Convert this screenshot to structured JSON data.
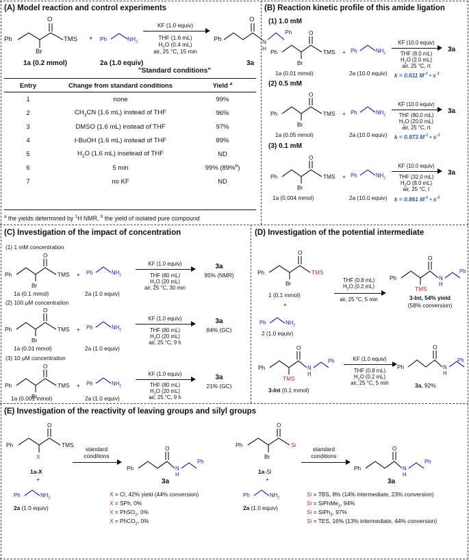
{
  "panelA": {
    "title": "(A) Model reaction and control experiments",
    "sub1": "1a (0.2 mmol)",
    "sub2": "2a (1.0 equiv)",
    "product": "3a",
    "cond1": "KF (1.0 equiv)",
    "cond2": "THF (1.6 mL)",
    "cond3": "H2O (0.4 mL)",
    "cond4": "air, 25 °C, 15 min",
    "standard": "\"Standard conditions\"",
    "headers": [
      "Entry",
      "Change from standard conditions",
      "Yield a"
    ],
    "rows": [
      [
        "1",
        "none",
        "99%"
      ],
      [
        "2",
        "CH3CN (1.6 mL) instead of THF",
        "96%"
      ],
      [
        "3",
        "DMSO (1.6 mL) instead of THF",
        "97%"
      ],
      [
        "4",
        "t-BuOH (1.6 mL) instead of THF",
        "89%"
      ],
      [
        "5",
        "H2O (1.6 mL) insetead of THF",
        "ND"
      ],
      [
        "6",
        "5 min",
        "99% (89%b)"
      ],
      [
        "7",
        "no KF",
        "ND"
      ]
    ],
    "footnote": "a the yields determined by 1H NMR, b the yield of isolated pure compound"
  },
  "panelB": {
    "title": "(B) Reaction kinetic profile of this amide ligation",
    "runs": [
      {
        "label": "(1) 1.0 mM",
        "sub1": "1a (0.01 mmol)",
        "sub2": "2a (10.0 equiv)",
        "c1": "KF (10.0 equiv)",
        "c2": "THF (8.0 mL)",
        "c3": "H2O (2.0 mL)",
        "c4": "air, 25 °C, rt",
        "k": "k = 0.611 M-1 • s-1",
        "product": "3a"
      },
      {
        "label": "(2) 0.5 mM",
        "sub1": "1a (0.05 mmol)",
        "sub2": "2a (10.0 equiv)",
        "c1": "KF (10.0 equiv)",
        "c2": "THF (80.0 mL)",
        "c3": "H2O (20.0 mL)",
        "c4": "air, 25 °C, rt",
        "k": "k = 0.973 M-1 • s-1",
        "product": "3a"
      },
      {
        "label": "(3) 0.1 mM",
        "sub1": "1a (0.004 mmol)",
        "sub2": "2a (10.0 equiv)",
        "c1": "KF (10.0 equiv)",
        "c2": "THF (32.0 mL)",
        "c3": "H2O (8.0 mL)",
        "c4": "air, 25 °C, t",
        "k": "k = 0.861 M-1 • s-1",
        "product": "3a"
      }
    ]
  },
  "panelC": {
    "title": "(C) Investigation of the impact of concentration",
    "runs": [
      {
        "label": "(1) 1 mM concentration",
        "sub1": "1a (0.1 mmol)",
        "sub2": "2a (1.0 equiv)",
        "c1": "KF (1.0 equiv)",
        "c2": "THF (80 mL)",
        "c3": "H2O (20 mL)",
        "c4": "air, 25 °C, 30 min",
        "product": "3a",
        "yield": "95% (NMR)"
      },
      {
        "label": "(2) 100 μM concentration",
        "sub1": "1a (0.01 mmol)",
        "sub2": "2a (1.0 equiv)",
        "c1": "KF (1.0 equiv)",
        "c2": "THF (80 mL)",
        "c3": "H2O (20 mL)",
        "c4": "air, 25 °C, 9 h",
        "product": "3a",
        "yield": "84% (GC)"
      },
      {
        "label": "(3) 10 μM concentration",
        "sub1": "1a (0.001 mmol)",
        "sub2": "2a (1.0 equiv)",
        "c1": "KF (1.0 equiv)",
        "c2": "THF (80 mL)",
        "c3": "H2O (20 mL)",
        "c4": "air, 25 °C, 9 h",
        "product": "3a",
        "yield": "21% (GC)"
      }
    ]
  },
  "panelD": {
    "title": "(D) Investigation of the potential intermediate",
    "sub1": "1 (0.1 mmol)",
    "plus": "+",
    "sub2": "2 (1.0 equiv)",
    "c1": "THF (0.8 mL)",
    "c2": "H2O (0.2 mL)",
    "c3": "air, 25 °C, 5 min",
    "int_label": "3-Int, 54% yield",
    "int_conv": "(58% conversion)",
    "sub3": "3-Int (0.1 mmol)",
    "d1": "KF (1.0 equiv)",
    "d2": "THF (0.8 mL)",
    "d3": "H2O (0.2 mL)",
    "d4": "air, 25 °C, 5 min",
    "prod2": "3a, 92%"
  },
  "panelE": {
    "title": "(E) Investigation of the reactivity of leaving groups and silyl groups",
    "left": {
      "sub1": "1a-X",
      "plus": "+",
      "sub2": "2a (1.0 equiv)",
      "cond1": "standard",
      "cond2": "conditions",
      "product": "3a",
      "results": [
        {
          "g": "X",
          "t": " = Cl, 42% yield (44% conversion)"
        },
        {
          "g": "X",
          "t": " = SPh, 0%"
        },
        {
          "g": "X",
          "t": " = PhSO2, 0%"
        },
        {
          "g": "X",
          "t": " = PhCO2, 0%"
        }
      ]
    },
    "right": {
      "sub1": "1a-Si",
      "plus": "+",
      "sub2": "2a (1.0 equiv)",
      "cond1": "standard",
      "cond2": "conditions",
      "product": "3a",
      "results": [
        {
          "g": "Si",
          "t": " = TBS, 8% (14% intermediate, 23% conversion)"
        },
        {
          "g": "Si",
          "t": " = SiPhMe2, 94%"
        },
        {
          "g": "Si",
          "t": " = SiPh3, 97%"
        },
        {
          "g": "Si",
          "t": " = TES, 16% (13% intermediate, 44% conversion)"
        }
      ]
    }
  },
  "atoms": {
    "ph": "Ph",
    "o": "O",
    "br": "Br",
    "tms": "TMS",
    "nh2": "NH2",
    "nh": "N",
    "h": "H",
    "x": "X",
    "si": "Si",
    "plus": "+"
  }
}
